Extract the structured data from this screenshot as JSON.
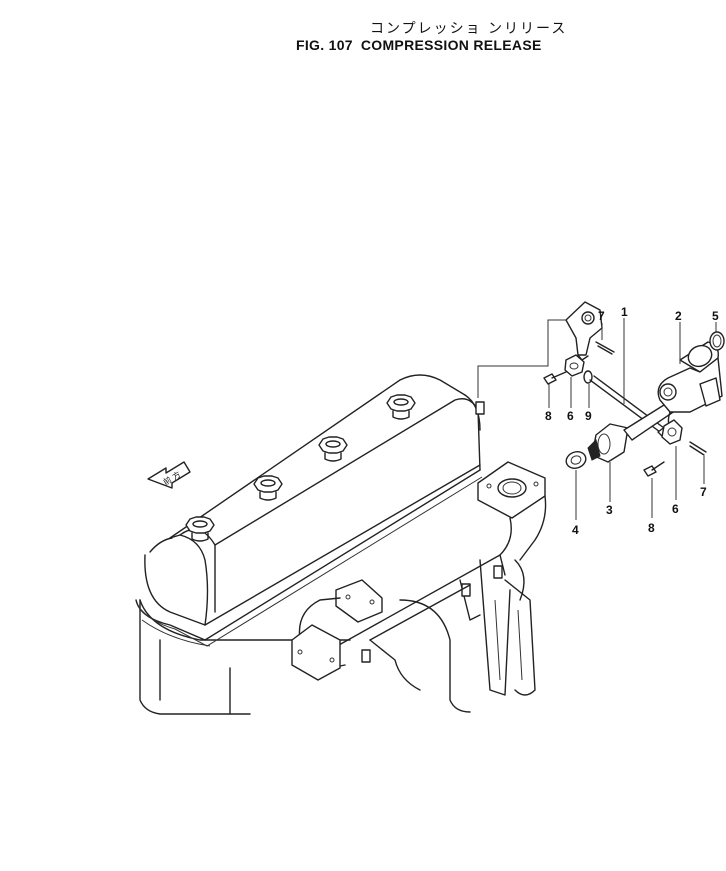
{
  "title_jp": "コンプレッショ ンリリース",
  "fig_number": "FIG. 107",
  "title": "COMPRESSION RELEASE",
  "front_arrow_label": "前 方",
  "callouts": [
    "7",
    "1",
    "2",
    "5",
    "8",
    "6",
    "9",
    "3",
    "4",
    "8",
    "6",
    "7"
  ]
}
